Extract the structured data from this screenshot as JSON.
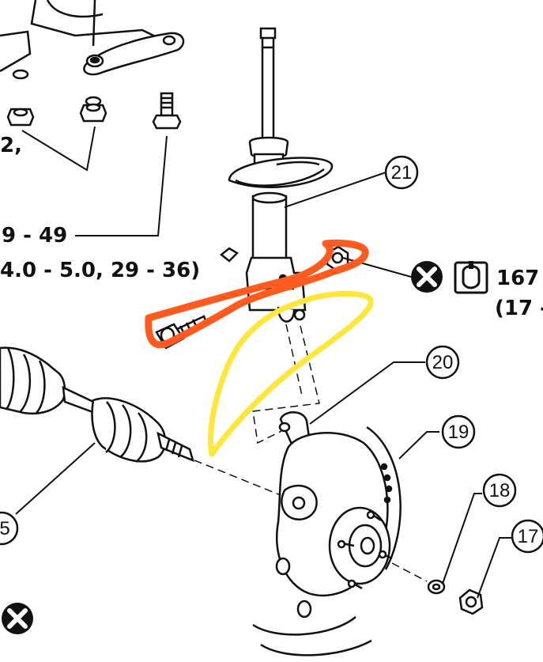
{
  "torque_specs": {
    "partial_top": "2,",
    "upper_left": "9  -  49",
    "middle_left": "4.0  -  5.0,  29  -  36)",
    "right_top": "167 -",
    "right_bottom": "(17 -"
  },
  "callouts": {
    "c21": "21",
    "c20": "20",
    "c19": "19",
    "c18": "18",
    "c17": "17",
    "c15": "5"
  },
  "highlights": {
    "orange": "#ff5a1f",
    "yellow": "#ffe63a"
  }
}
